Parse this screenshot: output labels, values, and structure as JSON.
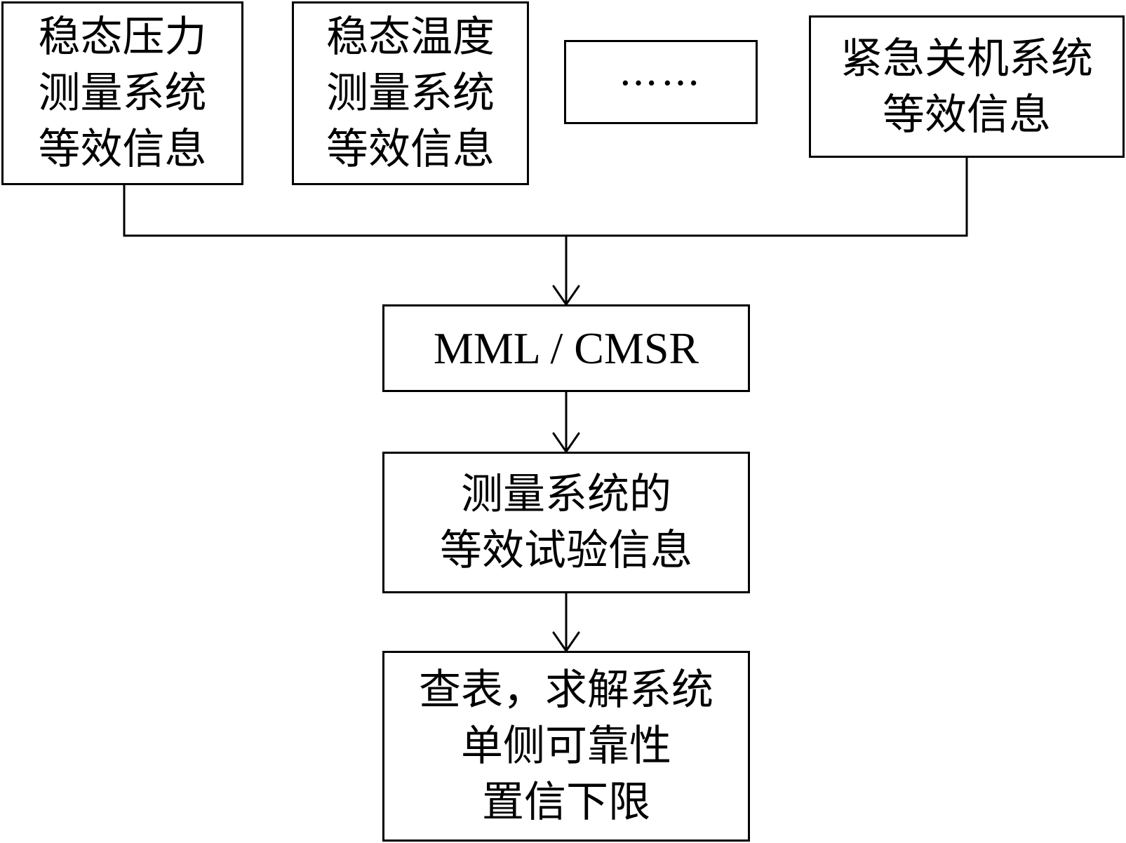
{
  "boxes": {
    "pressure": {
      "lines": [
        "稳态压力",
        "测量系统",
        "等效信息"
      ]
    },
    "temperature": {
      "lines": [
        "稳态温度",
        "测量系统",
        "等效信息"
      ]
    },
    "ellipsis": {
      "text": "……"
    },
    "shutdown": {
      "lines": [
        "紧急关机系统",
        "等效信息"
      ]
    },
    "method": {
      "text": "MML / CMSR"
    },
    "equivalent_test": {
      "lines": [
        "测量系统的",
        "等效试验信息"
      ]
    },
    "result": {
      "lines": [
        "查表，求解系统",
        "单侧可靠性",
        "置信下限"
      ]
    }
  }
}
